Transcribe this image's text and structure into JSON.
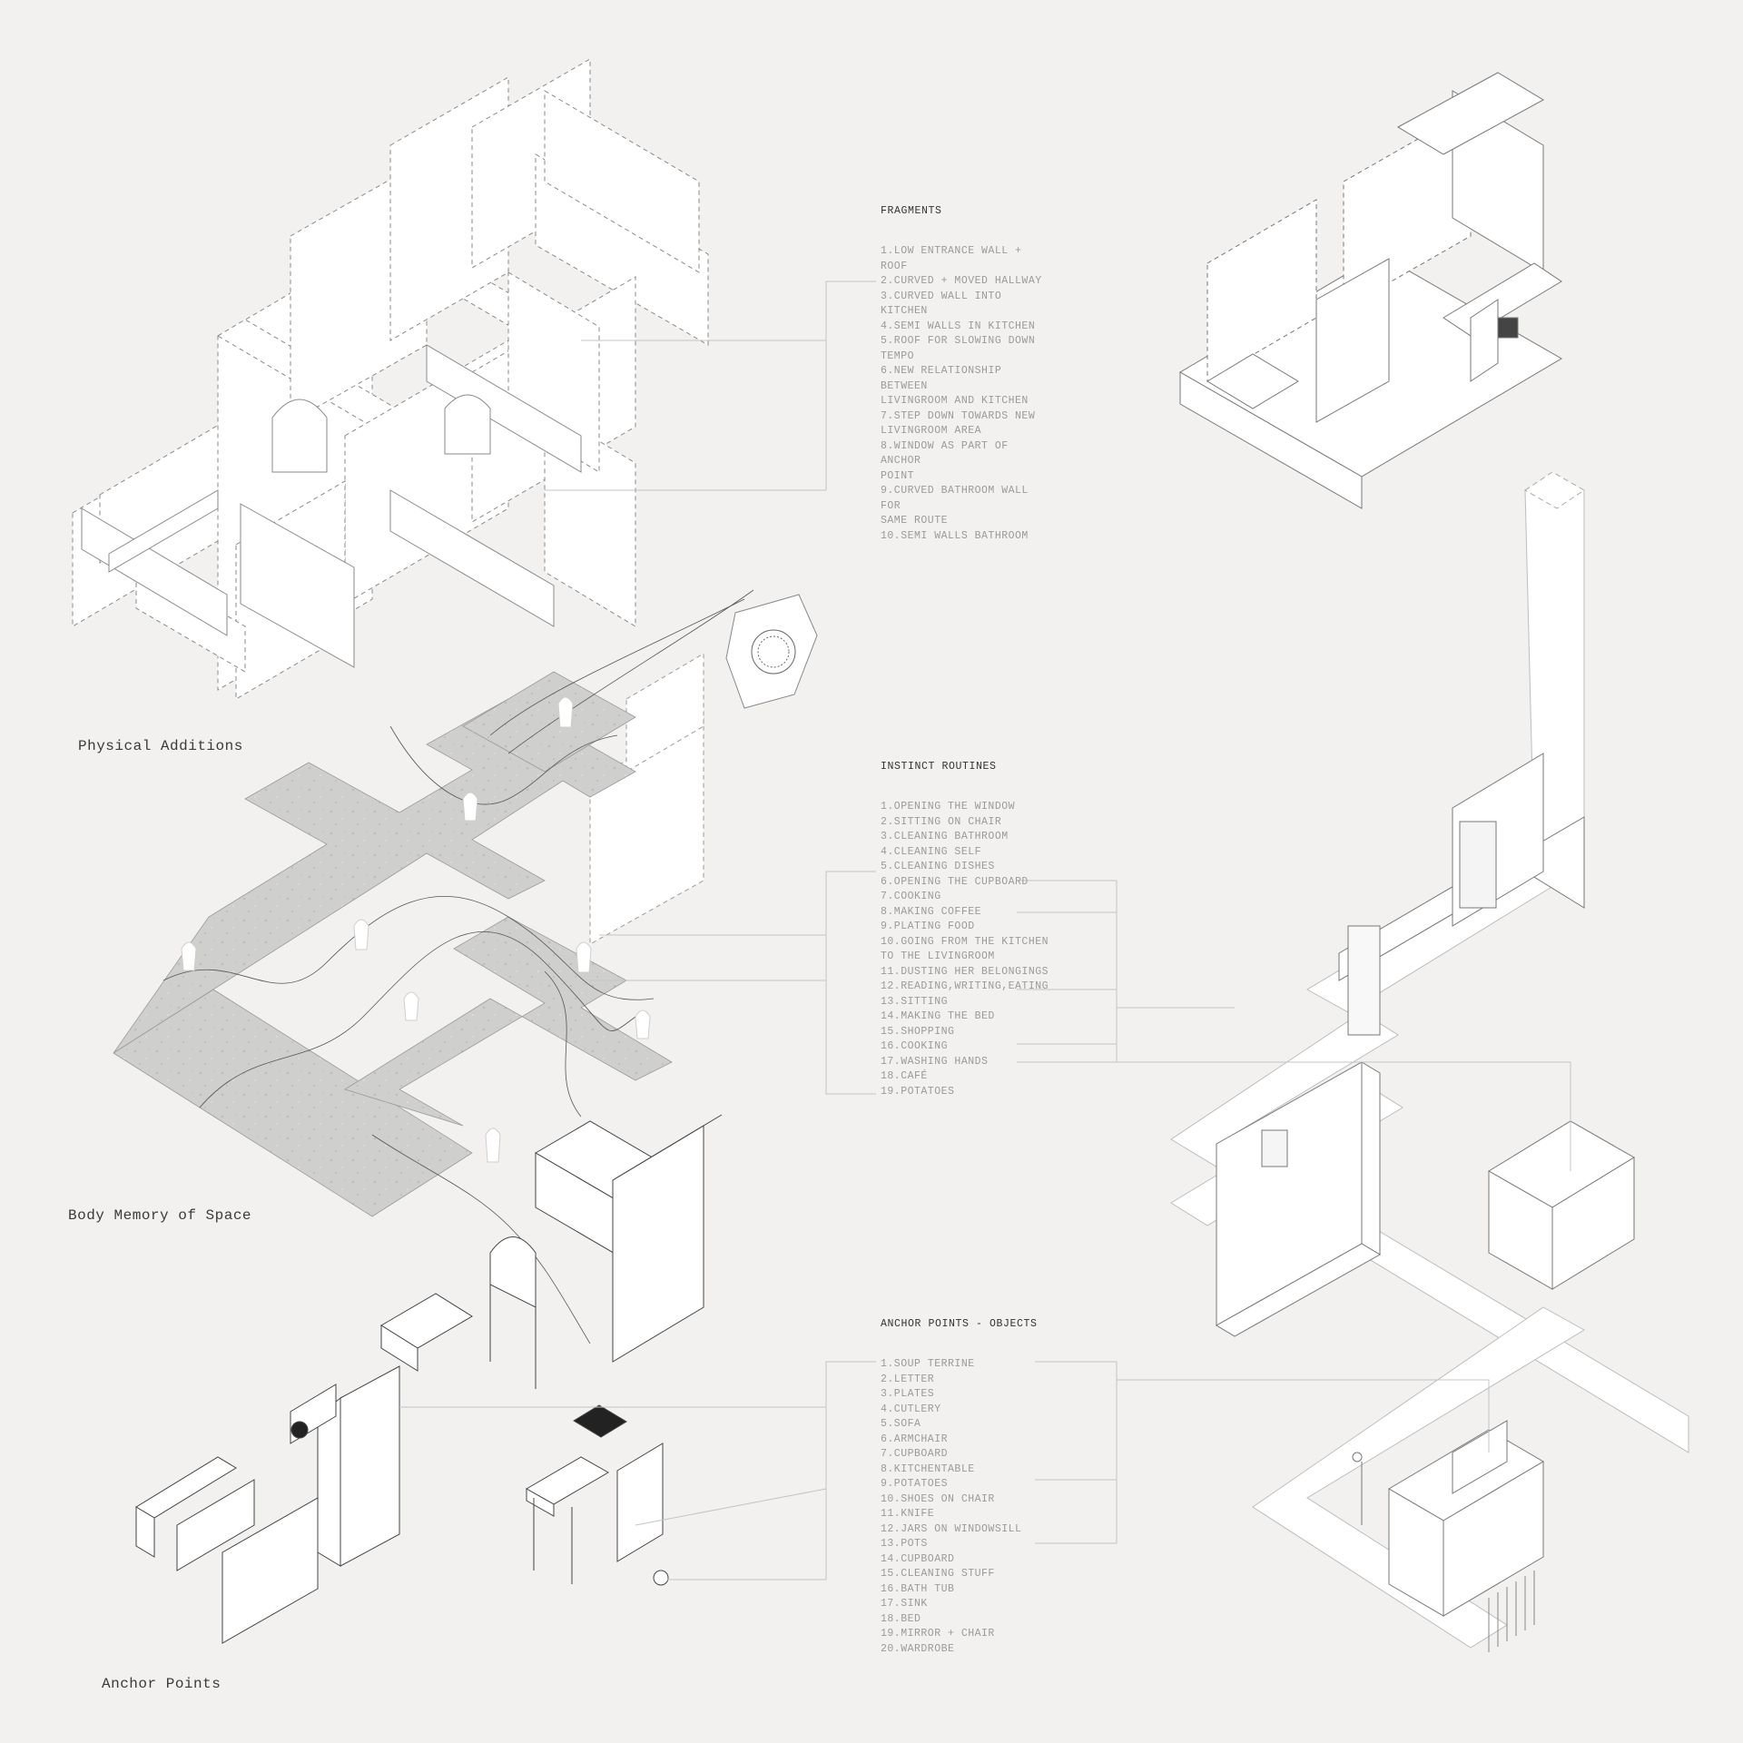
{
  "captions": {
    "physical_additions": "Physical Additions",
    "body_memory": "Body Memory of Space",
    "anchor_points": "Anchor Points"
  },
  "fragments": {
    "title": "FRAGMENTS",
    "items": [
      "1.LOW ENTRANCE WALL +",
      "ROOF",
      "2.CURVED + MOVED HALLWAY",
      "3.CURVED WALL INTO",
      "KITCHEN",
      "4.SEMI WALLS IN KITCHEN",
      "5.ROOF FOR SLOWING DOWN",
      "TEMPO",
      "6.NEW RELATIONSHIP",
      "BETWEEN",
      "LIVINGROOM AND KITCHEN",
      "7.STEP DOWN TOWARDS NEW",
      "LIVINGROOM AREA",
      "8.WINDOW AS PART OF",
      "ANCHOR",
      "POINT",
      "9.CURVED BATHROOM WALL",
      "FOR",
      "SAME ROUTE",
      "10.SEMI WALLS BATHROOM"
    ]
  },
  "routines": {
    "title": "INSTINCT ROUTINES",
    "items": [
      "1.OPENING THE WINDOW",
      "2.SITTING ON CHAIR",
      "3.CLEANING BATHROOM",
      "4.CLEANING SELF",
      "5.CLEANING DISHES",
      "6.OPENING THE CUPBOARD",
      "7.COOKING",
      "8.MAKING COFFEE",
      "9.PLATING FOOD",
      "10.GOING FROM THE KITCHEN",
      "TO THE LIVINGROOM",
      "11.DUSTING HER BELONGINGS",
      "12.READING,WRITING,EATING",
      "13.SITTING",
      "14.MAKING THE BED",
      "15.SHOPPING",
      "16.COOKING",
      "17.WASHING HANDS",
      "18.CAFÉ",
      "19.POTATOES"
    ]
  },
  "anchors": {
    "title": "ANCHOR POINTS - OBJECTS",
    "items": [
      "1.SOUP TERRINE",
      "2.LETTER",
      "3.PLATES",
      "4.CUTLERY",
      "5.SOFA",
      "6.ARMCHAIR",
      "7.CUPBOARD",
      "8.KITCHENTABLE",
      "9.POTATOES",
      "10.SHOES ON CHAIR",
      "11.KNIFE",
      "12.JARS ON WINDOWSILL",
      "13.POTS",
      "14.CUPBOARD",
      "15.CLEANING STUFF",
      "16.BATH TUB",
      "17.SINK",
      "18.BED",
      "19.MIRROR + CHAIR",
      "20.WARDROBE"
    ]
  }
}
